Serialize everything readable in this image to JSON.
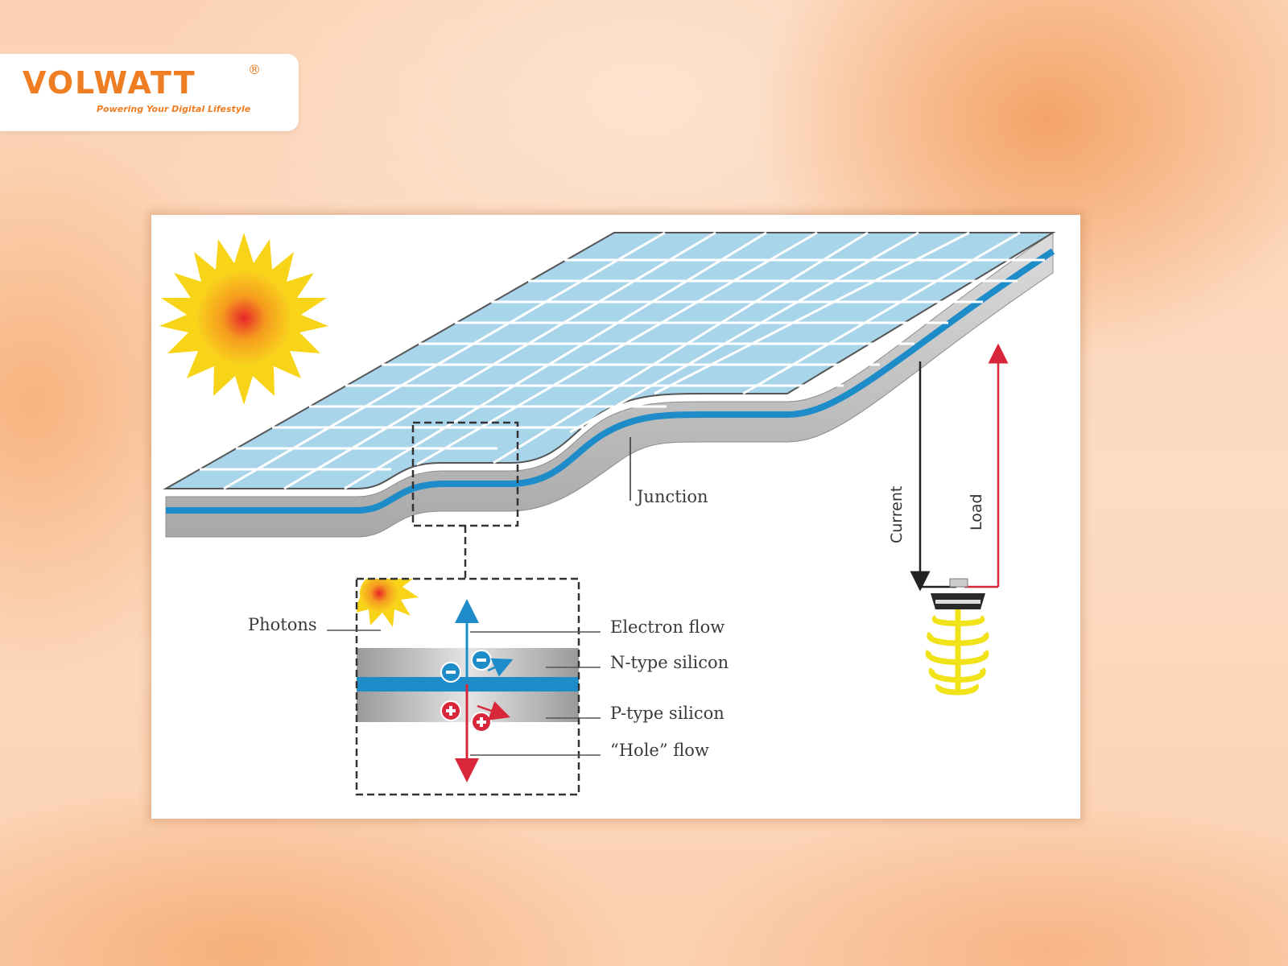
{
  "brand": {
    "name": "VOLWATT",
    "registered_mark": "®",
    "tagline": "Powering Your Digital Lifestyle",
    "color": "#ef7d22"
  },
  "diagram": {
    "labels": {
      "junction": "Junction",
      "current": "Current",
      "load": "Load",
      "photons": "Photons",
      "electron_flow": "Electron flow",
      "n_type": "N-type silicon",
      "p_type": "P-type silicon",
      "hole_flow": "“Hole” flow"
    },
    "colors": {
      "panel_cell": "#a9d5ea",
      "junction_layer": "#1e8cc8",
      "electron_arrow": "#1e8cc8",
      "hole_arrow": "#d8263a",
      "sun": "#f7d417",
      "bulb": "#f2e21a"
    },
    "icons": [
      "sun-icon",
      "lightbulb-icon",
      "electron-icon",
      "hole-icon"
    ]
  }
}
